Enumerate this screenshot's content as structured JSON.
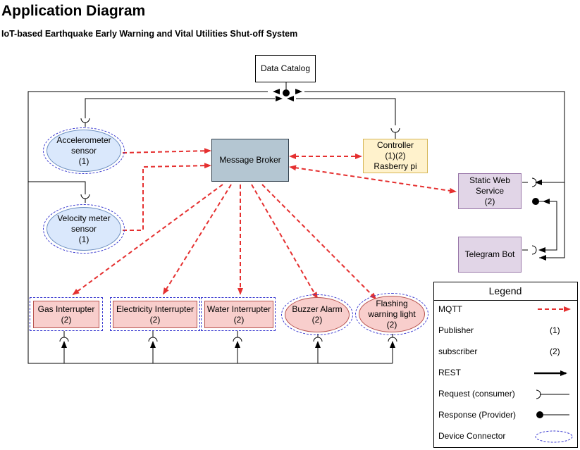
{
  "title": "Application Diagram",
  "subtitle": "IoT-based Earthquake Early Warning and Vital Utilities Shut-off System",
  "nodes": {
    "data_catalog": "Data Catalog",
    "accelerometer": {
      "line1": "Accelerometer",
      "line2": "sensor",
      "line3": "(1)"
    },
    "velocity": {
      "line1": "Velocity meter",
      "line2": "sensor",
      "line3": "(1)"
    },
    "broker": "Message Broker",
    "controller": {
      "line1": "Controller",
      "line2": "(1)(2)",
      "line3": "Rasberry pi"
    },
    "web_service": {
      "line1": "Static Web",
      "line2": "Service",
      "line3": "(2)"
    },
    "telegram": "Telegram Bot",
    "gas": {
      "line1": "Gas Interrupter",
      "line2": "(2)"
    },
    "electricity": {
      "line1": "Electricity Interrupter",
      "line2": "(2)"
    },
    "water": {
      "line1": "Water Interrupter",
      "line2": "(2)"
    },
    "buzzer": {
      "line1": "Buzzer Alarm",
      "line2": "(2)"
    },
    "flashing": {
      "line1": "Flashing",
      "line2": "warning light",
      "line3": "(2)"
    }
  },
  "legend": {
    "title": "Legend",
    "mqtt": "MQTT",
    "publisher": "Publisher",
    "publisher_val": "(1)",
    "subscriber": "subscriber",
    "subscriber_val": "(2)",
    "rest": "REST",
    "request": "Request (consumer)",
    "response": "Response (Provider)",
    "connector": "Device Connector"
  },
  "colors": {
    "mqtt": "#e53030",
    "broker": "#b4c6d2",
    "sensor": "#dae8fc",
    "controller": "#fff2cc",
    "service": "#e1d5e7",
    "actuator": "#f8cecc",
    "connector": "#3a3ad0"
  }
}
